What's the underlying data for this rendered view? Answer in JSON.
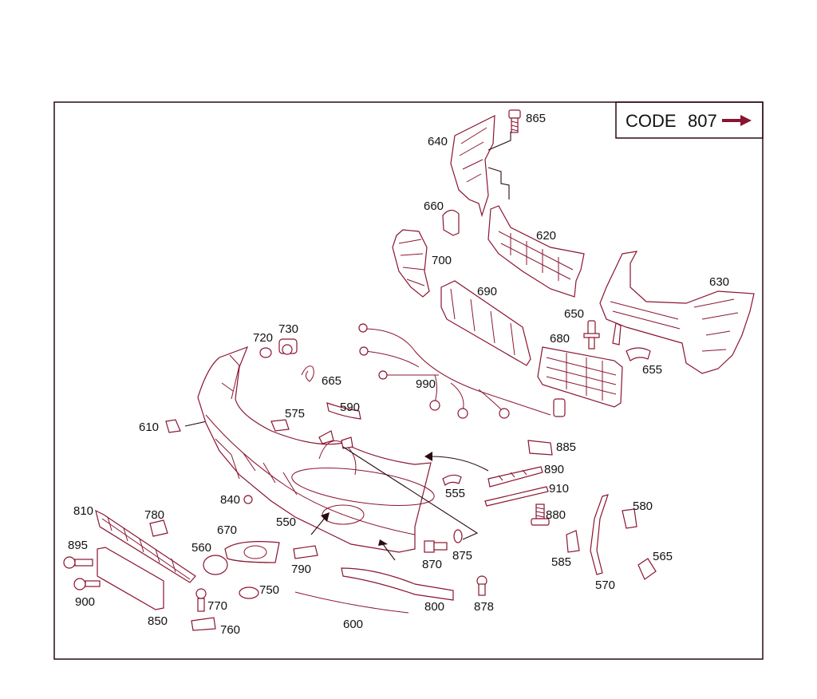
{
  "code_box": {
    "label": "CODE",
    "value": "807"
  },
  "callouts": {
    "c865": "865",
    "c640": "640",
    "c660": "660",
    "c620": "620",
    "c700": "700",
    "c690": "690",
    "c630": "630",
    "c650": "650",
    "c680": "680",
    "c655": "655",
    "c730": "730",
    "c720": "720",
    "c665": "665",
    "c990": "990",
    "c575": "575",
    "c590": "590",
    "c610": "610",
    "c885": "885",
    "c890": "890",
    "c910": "910",
    "c555": "555",
    "c840": "840",
    "c880": "880",
    "c580": "580",
    "c810": "810",
    "c780": "780",
    "c670": "670",
    "c550": "550",
    "c560": "560",
    "c895": "895",
    "c790": "790",
    "c870": "870",
    "c875": "875",
    "c585": "585",
    "c565": "565",
    "c570": "570",
    "c750": "750",
    "c770": "770",
    "c900": "900",
    "c850": "850",
    "c760": "760",
    "c600": "600",
    "c800": "800",
    "c878": "878"
  },
  "colors": {
    "line": "#8a1530",
    "frame": "#2a0a12",
    "text": "#111111"
  }
}
